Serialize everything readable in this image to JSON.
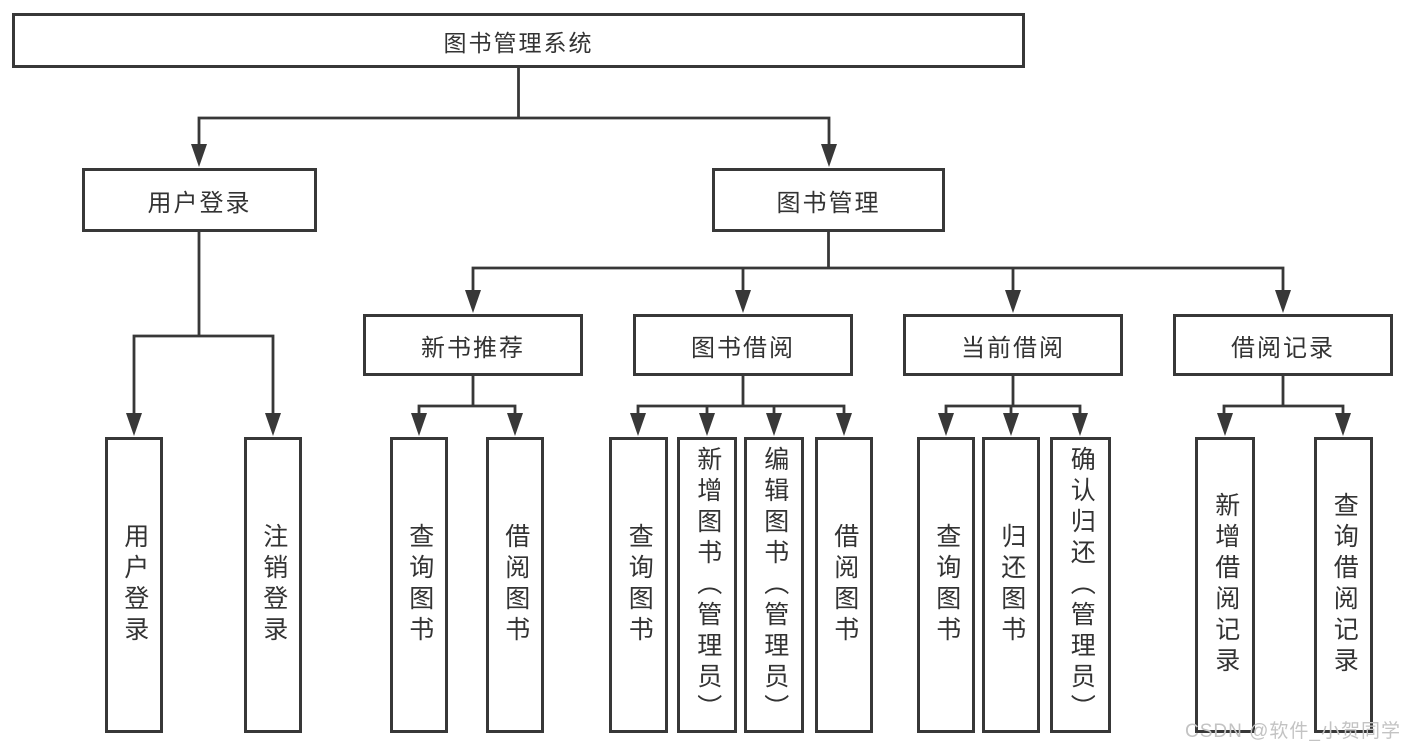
{
  "diagram_type": "hierarchy-tree",
  "colors": {
    "line": "#383838",
    "box_border": "#383838",
    "box_background": "#ffffff",
    "text": "#333333",
    "watermark": "#c3c3c3",
    "background": "#ffffff"
  },
  "watermark": "CSDN @软件_小贺同学",
  "tree": {
    "root": {
      "label": "图书管理系统"
    },
    "children": [
      {
        "label": "用户登录",
        "children": [
          {
            "label": "用户登录"
          },
          {
            "label": "注销登录"
          }
        ]
      },
      {
        "label": "图书管理",
        "children": [
          {
            "label": "新书推荐",
            "children": [
              {
                "label": "查询图书"
              },
              {
                "label": "借阅图书"
              }
            ]
          },
          {
            "label": "图书借阅",
            "children": [
              {
                "label": "查询图书"
              },
              {
                "label": "新增图书（管理员）"
              },
              {
                "label": "编辑图书（管理员）"
              },
              {
                "label": "借阅图书"
              }
            ]
          },
          {
            "label": "当前借阅",
            "children": [
              {
                "label": "查询图书"
              },
              {
                "label": "归还图书"
              },
              {
                "label": "确认归还（管理员）"
              }
            ]
          },
          {
            "label": "借阅记录",
            "children": [
              {
                "label": "新增借阅记录"
              },
              {
                "label": "查询借阅记录"
              }
            ]
          }
        ]
      }
    ]
  }
}
